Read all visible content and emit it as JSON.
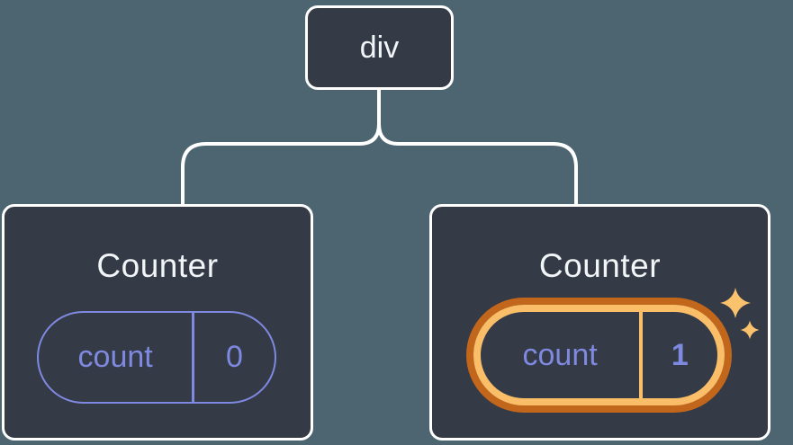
{
  "diagram": {
    "description": "React component tree: a div root with two Counter children; the second Counter's state pill is highlighted",
    "root": {
      "label": "div"
    },
    "children": [
      {
        "title": "Counter",
        "state": {
          "key": "count",
          "value": "0"
        },
        "highlighted": false
      },
      {
        "title": "Counter",
        "state": {
          "key": "count",
          "value": "1"
        },
        "highlighted": true
      }
    ]
  },
  "icons": {
    "sparkles": "sparkle-stars"
  },
  "colors": {
    "background": "#4C6570",
    "node-bg": "#343A46",
    "node-border": "#FFFFFF",
    "node-text": "#F2F5F7",
    "connector": "#FFFFFF",
    "state-purple": "#7F89E0",
    "highlight-orange-dark": "#C2661C",
    "highlight-orange-light": "#FBBE68",
    "sparkle": "#FBC26E"
  }
}
